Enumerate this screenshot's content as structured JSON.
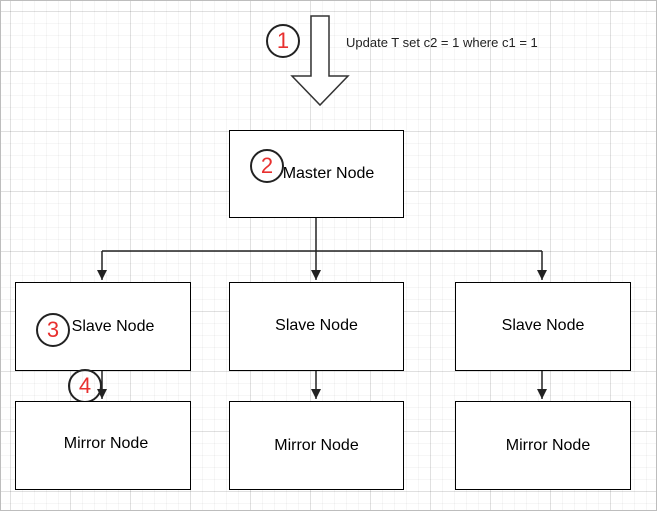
{
  "colors": {
    "step_number": "#e8302f",
    "stroke": "#000000",
    "grid": "#e6e6e6"
  },
  "steps": [
    {
      "number": "1",
      "text": "Update T set c2 = 1 where c1 = 1"
    },
    {
      "number": "2"
    },
    {
      "number": "3"
    },
    {
      "number": "4"
    }
  ],
  "master": {
    "label": "Master Node"
  },
  "slaves": [
    {
      "label": "Slave Node"
    },
    {
      "label": "Slave Node"
    },
    {
      "label": "Slave Node"
    }
  ],
  "mirrors": [
    {
      "label": "Mirror Node"
    },
    {
      "label": "Mirror Node"
    },
    {
      "label": "Mirror Node"
    }
  ]
}
